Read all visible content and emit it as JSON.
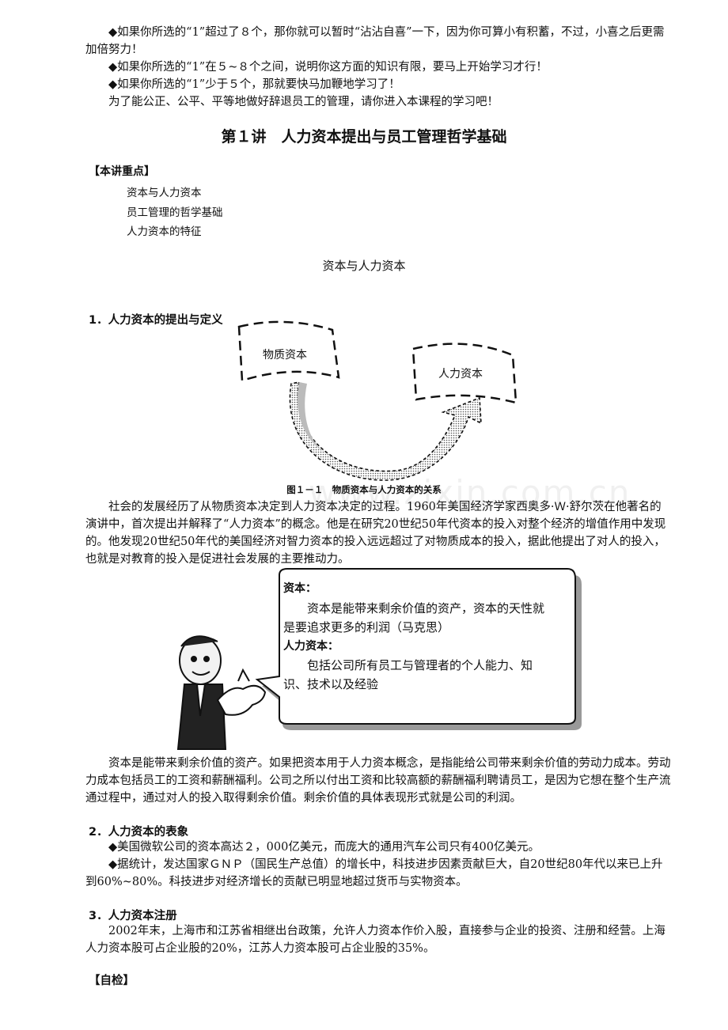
{
  "intro": {
    "line1": "◆如果你所选的“1”超过了８个，那你就可以暂时“沾沾自喜”一下，因为你可算小有积蓄，不过，小喜之后更需加倍努力！",
    "line2": "◆如果你所选的“1”在５~８个之间，说明你这方面的知识有限，要马上开始学习才行！",
    "line3": "◆如果你所选的“1”少于５个，那就要快马加鞭地学习了！",
    "line4": "为了能公正、公平、平等地做好辞退员工的管理，请你进入本课程的学习吧！"
  },
  "lecture_title": "第１讲　人力资本提出与员工管理哲学基础",
  "focus": {
    "heading": "【本讲重点】",
    "items": [
      "资本与人力资本",
      "员工管理的哲学基础",
      "人力资本的特征"
    ]
  },
  "section_title": "资本与人力资本",
  "s1": {
    "heading": "1．人力资本的提出与定义",
    "diagram": {
      "left_label": "物质资本",
      "right_label": "人力资本",
      "caption": "图１－１　物质资本与人力资本的关系",
      "watermark": "www.zixin.com.cn"
    },
    "para": "社会的发展经历了从物质资本决定到人力资本决定的过程。1960年美国经济学家西奥多·Ｗ·舒尔茨在他著名的演讲中，首次提出并解释了“人力资本”的概念。他是在研究20世纪50年代资本的投入对整个经济的增值作用中发现的。他发现20世纪50年代的美国经济对智力资本的投入远远超过了对物质成本的投入，据此他提出了对人的投入，也就是对教育的投入是促进社会发展的主要推动力。",
    "bubble": {
      "capital_label": "资本：",
      "capital_def_1": "资本是能带来剩余价值的资产，资本的天性就",
      "capital_def_2": "是要追求更多的利润（马克思）",
      "hc_label": "人力资本：",
      "hc_def_1": "包括公司所有员工与管理者的个人能力、知",
      "hc_def_2": "识、技术以及经验"
    },
    "para2": "资本是能带来剩余价值的资产。如果把资本用于人力资本概念，是指能给公司带来剩余价值的劳动力成本。劳动力成本包括员工的工资和薪酬福利。公司之所以付出工资和比较高额的薪酬福利聘请员工，是因为它想在整个生产流通过程中，通过对人的投入取得剩余价值。剩余价值的具体表现形式就是公司的利润。"
  },
  "s2": {
    "heading": "2．人力资本的表象",
    "b1": "◆美国微软公司的资本高达２，000亿美元，而庞大的通用汽车公司只有400亿美元。",
    "b2": "◆据统计，发达国家ＧＮＰ（国民生产总值）的增长中，科技进步因素贡献巨大，自20世纪80年代以来已上升到60%~80%。科技进步对经济增长的贡献已明显地超过货币与实物资本。"
  },
  "s3": {
    "heading": "3．人力资本注册",
    "para": "2002年末，上海市和江苏省相继出台政策，允许人力资本作价入股，直接参与企业的投资、注册和经营。上海人力资本股可占企业股的20%，江苏人力资本股可占企业股的35%。"
  },
  "self_check": "【自检】"
}
